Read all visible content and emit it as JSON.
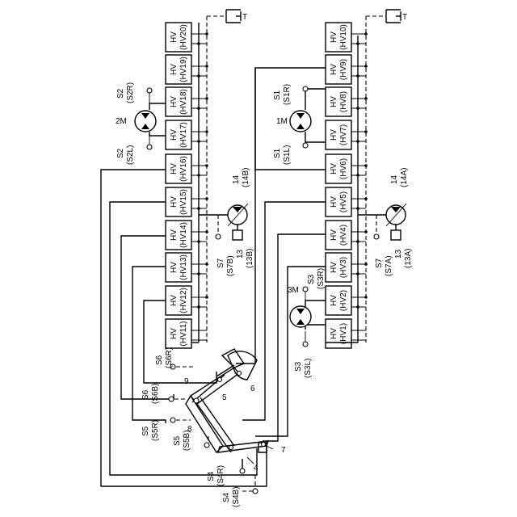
{
  "valves_right": [
    {
      "hv": "HV",
      "id": "(HV10)"
    },
    {
      "hv": "HV",
      "id": "(HV9)"
    },
    {
      "hv": "HV",
      "id": "(HV8)"
    },
    {
      "hv": "HV",
      "id": "(HV7)"
    },
    {
      "hv": "HV",
      "id": "(HV6)"
    },
    {
      "hv": "HV",
      "id": "(HV5)"
    },
    {
      "hv": "HV",
      "id": "(HV4)"
    },
    {
      "hv": "HV",
      "id": "(HV3)"
    },
    {
      "hv": "HV",
      "id": "(HV2)"
    },
    {
      "hv": "HV",
      "id": "(HV1)"
    }
  ],
  "valves_left": [
    {
      "hv": "HV",
      "id": "(HV20)"
    },
    {
      "hv": "HV",
      "id": "(HV19)"
    },
    {
      "hv": "HV",
      "id": "(HV18)"
    },
    {
      "hv": "HV",
      "id": "(HV17)"
    },
    {
      "hv": "HV",
      "id": "(HV16)"
    },
    {
      "hv": "HV",
      "id": "(HV15)"
    },
    {
      "hv": "HV",
      "id": "(HV14)"
    },
    {
      "hv": "HV",
      "id": "(HV13)"
    },
    {
      "hv": "HV",
      "id": "(HV12)"
    },
    {
      "hv": "HV",
      "id": "(HV11)"
    }
  ],
  "tank_label": "T",
  "motors": {
    "m1": "1M",
    "m2": "2M",
    "m3": "3M"
  },
  "pumps": {
    "p14a": {
      "num": "14",
      "id": "(14A)"
    },
    "p14b": {
      "num": "14",
      "id": "(14B)"
    }
  },
  "engines": {
    "e13a": {
      "num": "13",
      "id": "(13A)"
    },
    "e13b": {
      "num": "13",
      "id": "(13B)"
    }
  },
  "sensors": {
    "s1r": {
      "s": "S1",
      "id": "(S1R)"
    },
    "s1l": {
      "s": "S1",
      "id": "(S1L)"
    },
    "s2r": {
      "s": "S2",
      "id": "(S2R)"
    },
    "s2l": {
      "s": "S2",
      "id": "(S2L)"
    },
    "s3r": {
      "s": "S3",
      "id": "(S3R)"
    },
    "s3l": {
      "s": "S3",
      "id": "(S3L)"
    },
    "s4r": {
      "s": "S4",
      "id": "(S4R)"
    },
    "s4b": {
      "s": "S4",
      "id": "(S4B)"
    },
    "s5r": {
      "s": "S5",
      "id": "(S5R)"
    },
    "s5b": {
      "s": "S5",
      "id": "(S5B)"
    },
    "s6r": {
      "s": "S6",
      "id": "(S6R)"
    },
    "s6b": {
      "s": "S6",
      "id": "(S6B)"
    },
    "s7a": {
      "s": "S7",
      "id": "(S7A)"
    },
    "s7b": {
      "s": "S7",
      "id": "(S7B)"
    }
  },
  "parts": {
    "p4": "4",
    "p5": "5",
    "p6": "6",
    "p7": "7",
    "p8": "8",
    "p9": "9"
  }
}
